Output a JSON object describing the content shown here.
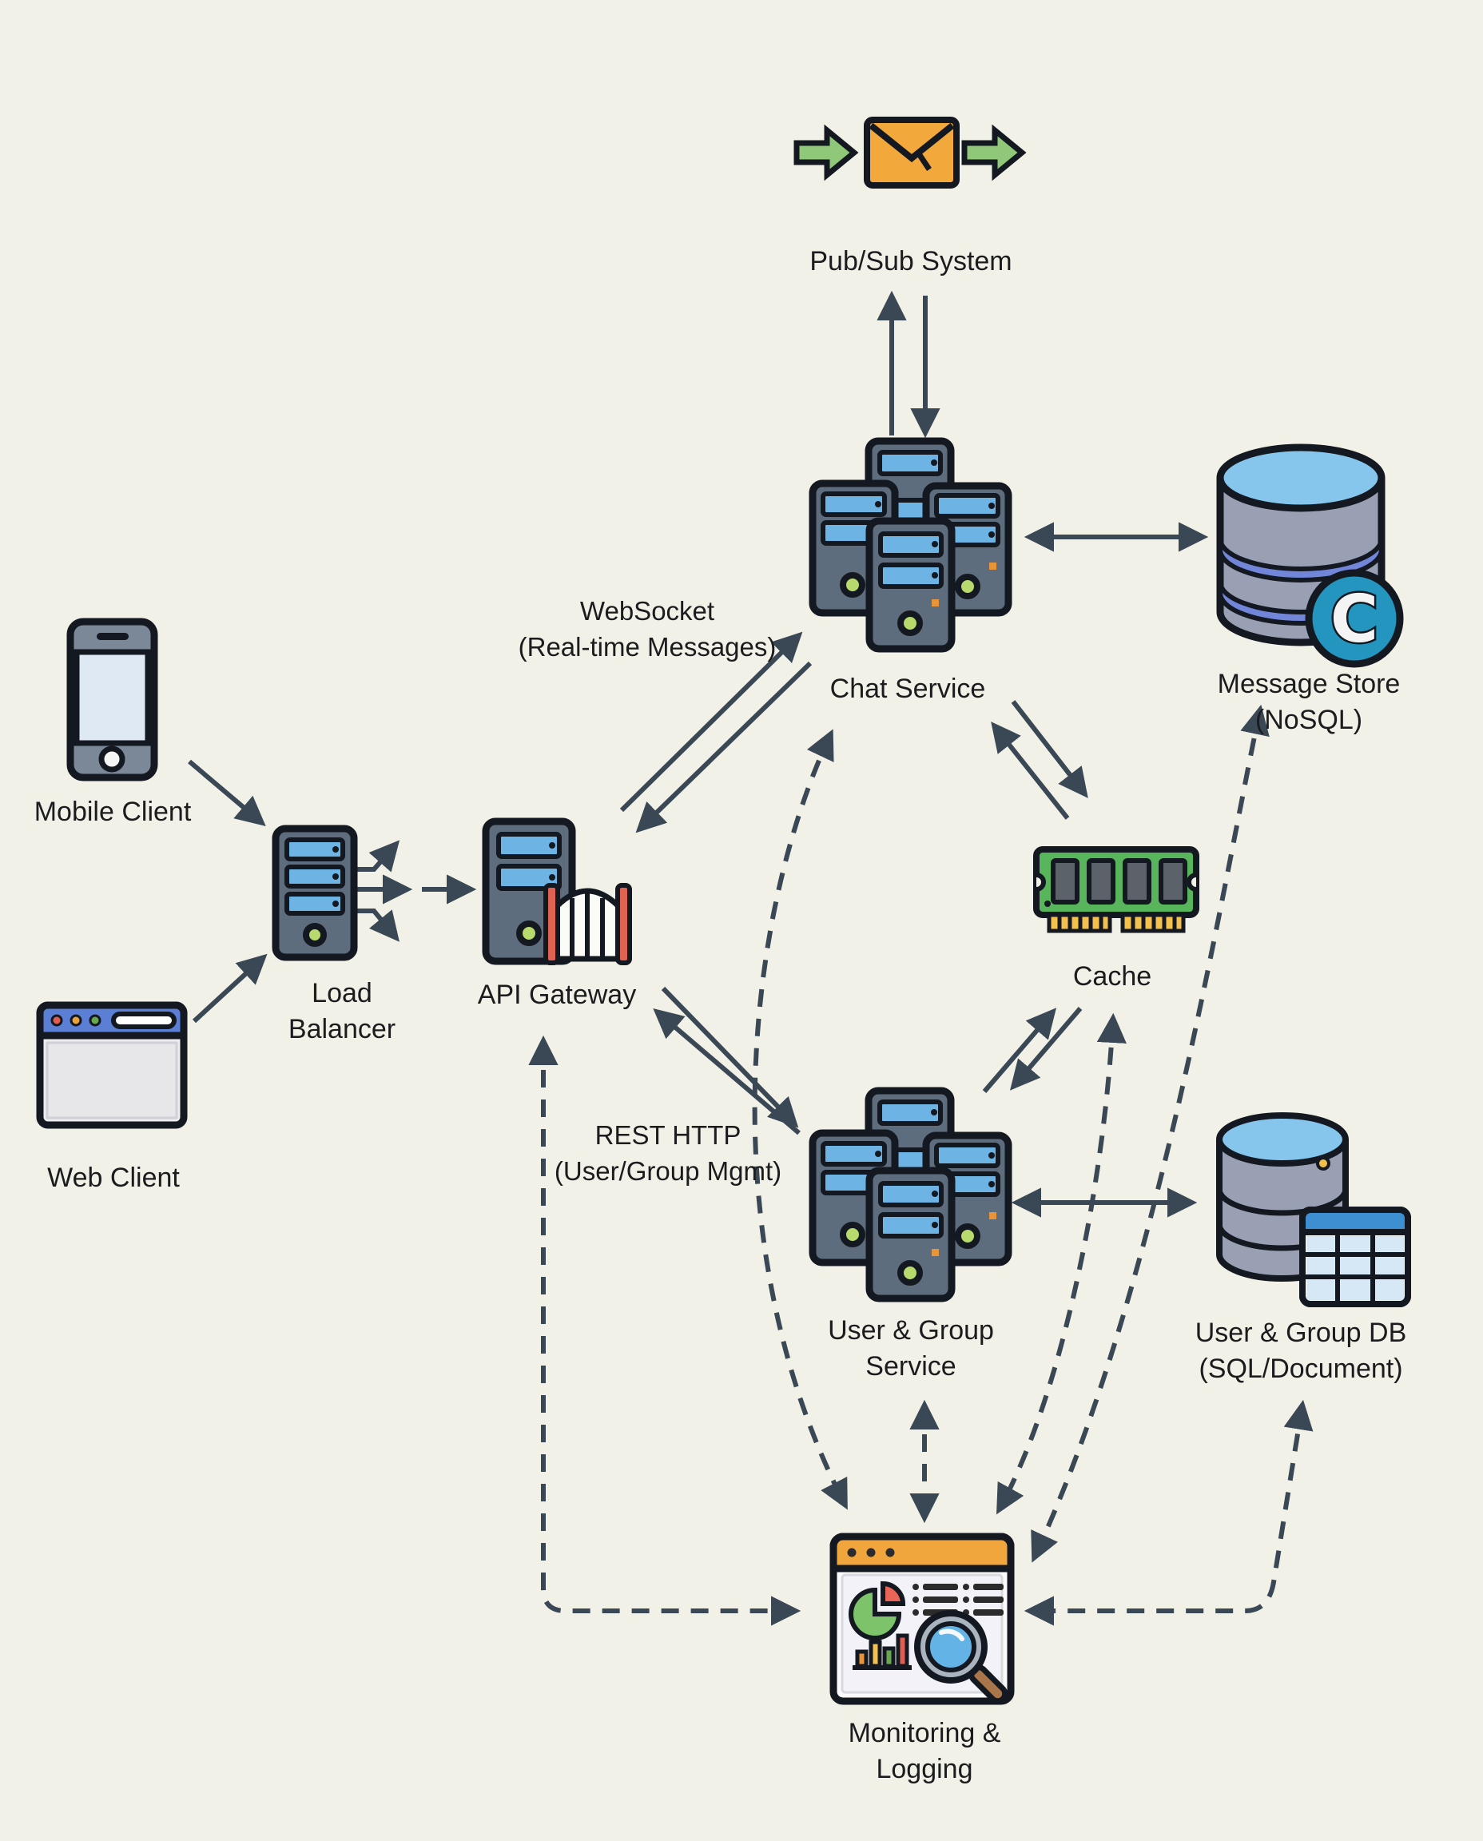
{
  "colors": {
    "background": "#f2f1e8",
    "line": "#3a4754",
    "text": "#1c1c1e",
    "server_body": "#5e6d7d",
    "slot_blue": "#6db4e4",
    "led_green": "#b8d96b",
    "envelope_orange": "#f3a83c",
    "arrow_green": "#8fc878",
    "db_top_blue": "#86c5ec",
    "db_body_gray": "#9aa0b4",
    "db_band_blue": "#7186d8",
    "badge_teal": "#2395bf",
    "ram_green": "#58b55c",
    "pin_gold": "#f2c14e",
    "gate_red": "#e06352",
    "browser_bar_blue": "#5b7fd4",
    "monitor_bar_orange": "#f0a63c",
    "pie_green": "#7cc36a",
    "pie_red": "#e86558",
    "lens_blue": "#63b3e6",
    "handle_brown": "#a9764c"
  },
  "nodes": {
    "pubsub": {
      "label": "Pub/Sub System"
    },
    "chat": {
      "label": "Chat Service"
    },
    "message_store": {
      "line1": "Message Store",
      "line2": "(NoSQL)",
      "badge": "C"
    },
    "mobile": {
      "label": "Mobile Client"
    },
    "web": {
      "label": "Web Client"
    },
    "load_balancer": {
      "line1": "Load",
      "line2": "Balancer"
    },
    "api_gateway": {
      "label": "API Gateway"
    },
    "cache": {
      "label": "Cache"
    },
    "user_group_service": {
      "line1": "User & Group",
      "line2": "Service"
    },
    "user_group_db": {
      "line1": "User & Group DB",
      "line2": "(SQL/Document)"
    },
    "monitoring": {
      "line1": "Monitoring &",
      "line2": "Logging"
    }
  },
  "edge_labels": {
    "websocket": {
      "line1": "WebSocket",
      "line2": "(Real-time Messages)"
    },
    "rest": {
      "line1": "REST HTTP",
      "line2": "(User/Group Mgmt)"
    }
  }
}
